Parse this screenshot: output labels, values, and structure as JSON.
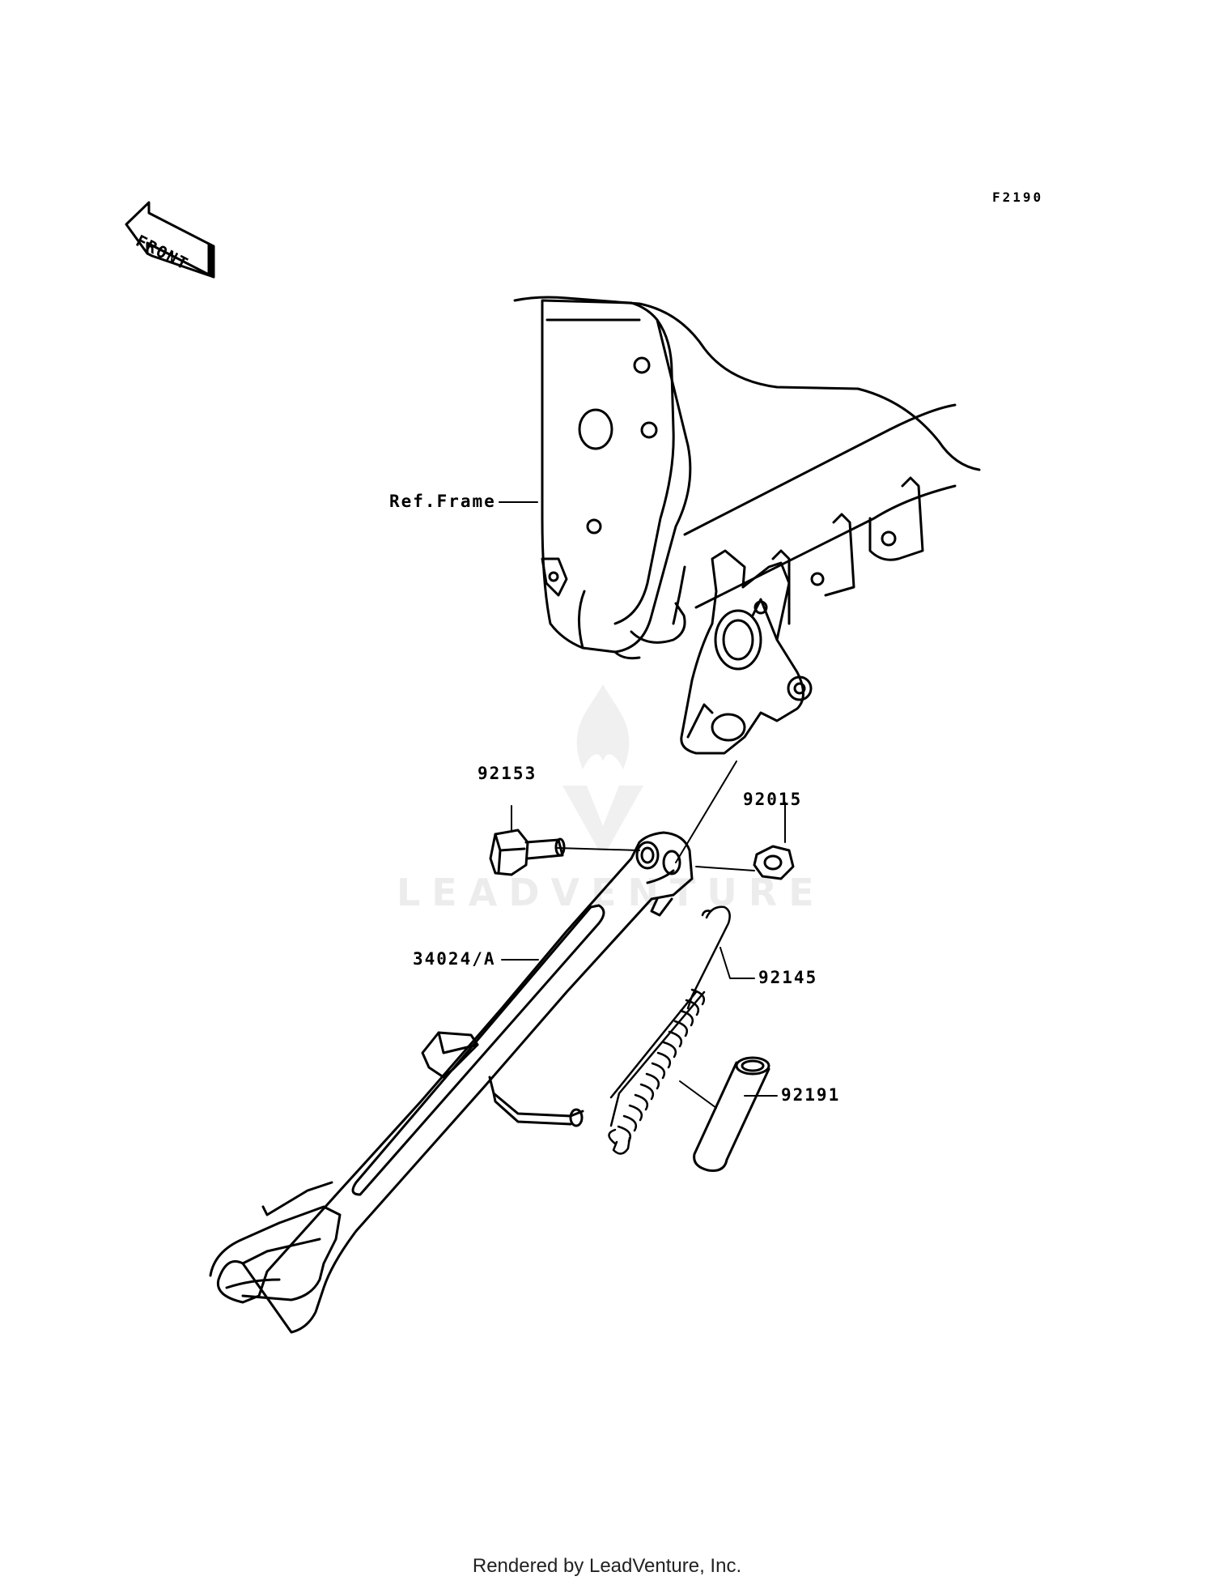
{
  "diagram_code": "F2190",
  "front_marker": {
    "text": "FRONT"
  },
  "labels": {
    "ref_frame": "Ref.Frame",
    "bolt": "92153",
    "nut": "92015",
    "side_stand": "34024/A",
    "spring": "92145",
    "cover": "92191"
  },
  "watermark": {
    "text": "LEADVENTURE"
  },
  "footer": "Rendered by LeadVenture, Inc.",
  "colors": {
    "line": "#000000",
    "background": "#ffffff"
  }
}
